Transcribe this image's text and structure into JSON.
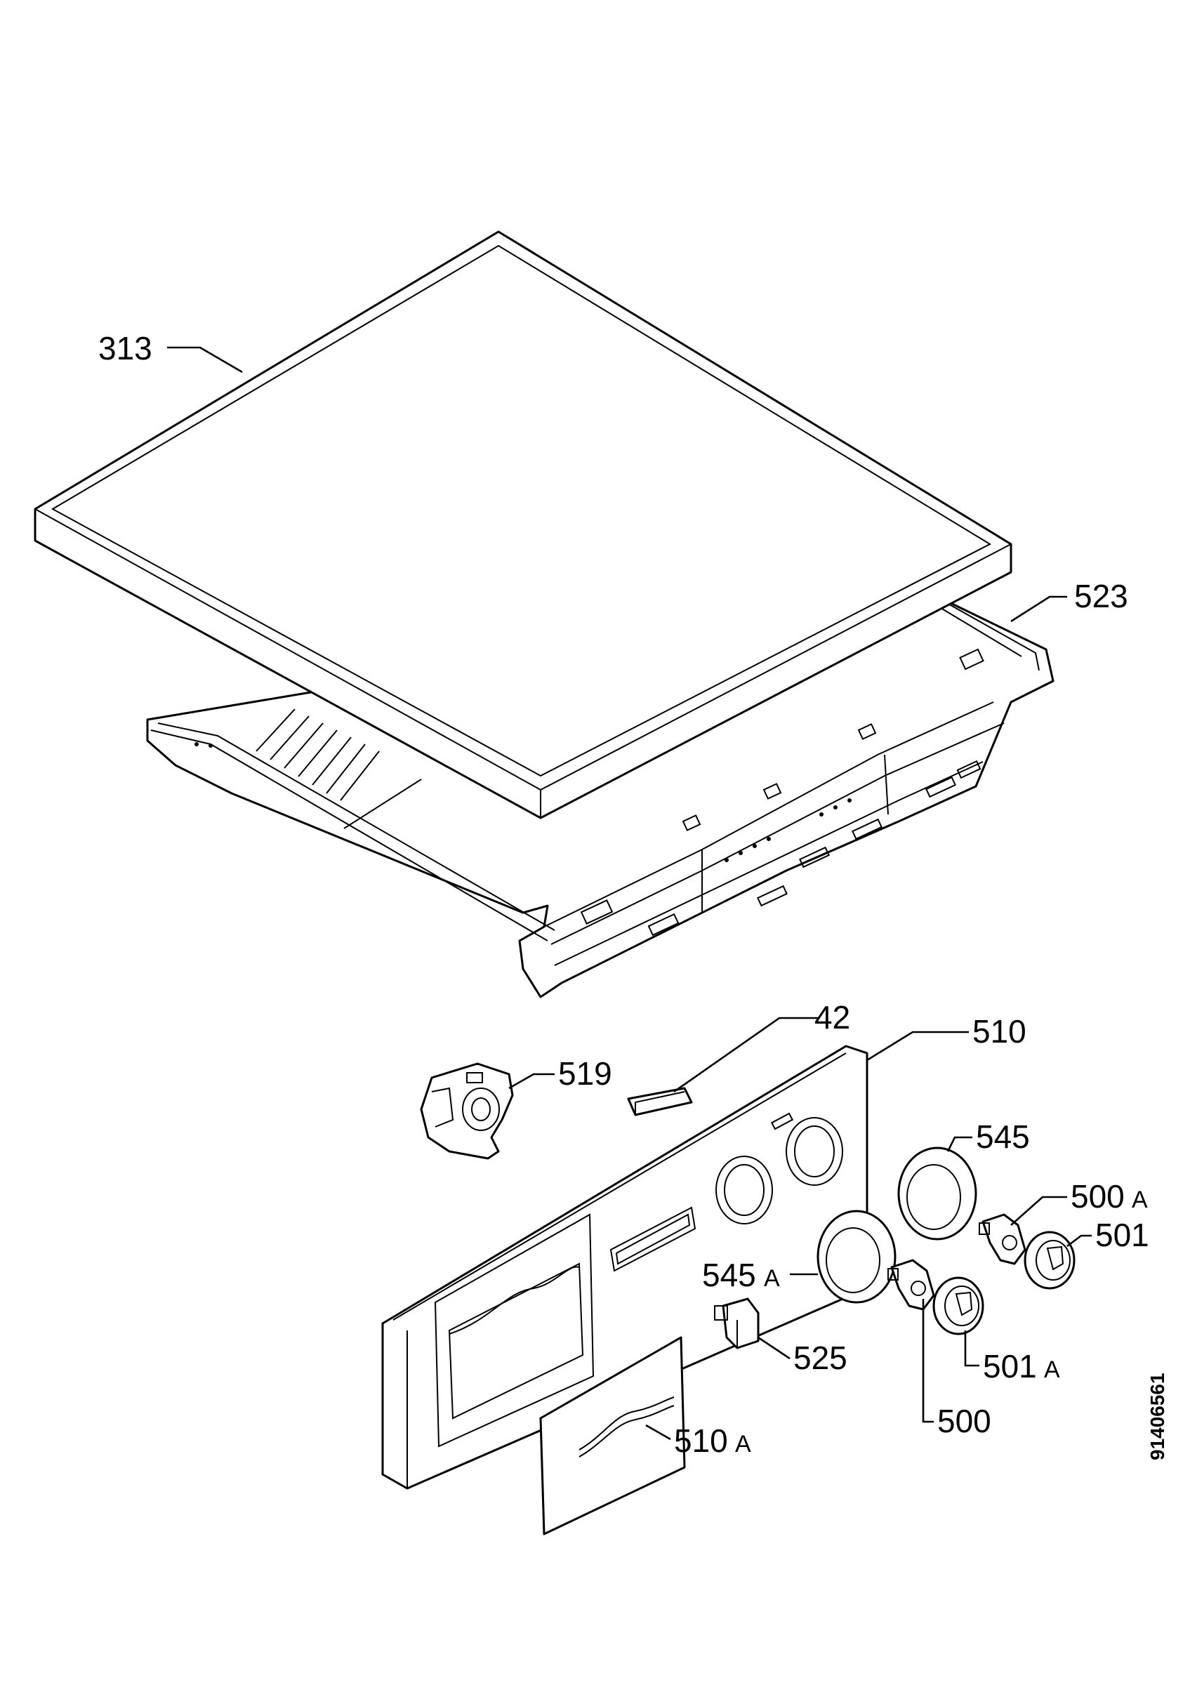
{
  "labels": {
    "p313": "313",
    "p523": "523",
    "p42": "42",
    "p510": "510",
    "p519": "519",
    "p545": "545",
    "p500A_num": "500",
    "p500A_suf": "A",
    "p501": "501",
    "p545A_num": "545",
    "p545A_suf": "A",
    "p525": "525",
    "p501A_num": "501",
    "p501A_suf": "A",
    "p500": "500",
    "p510A_num": "510",
    "p510A_suf": "A"
  },
  "document_number": "91406561"
}
